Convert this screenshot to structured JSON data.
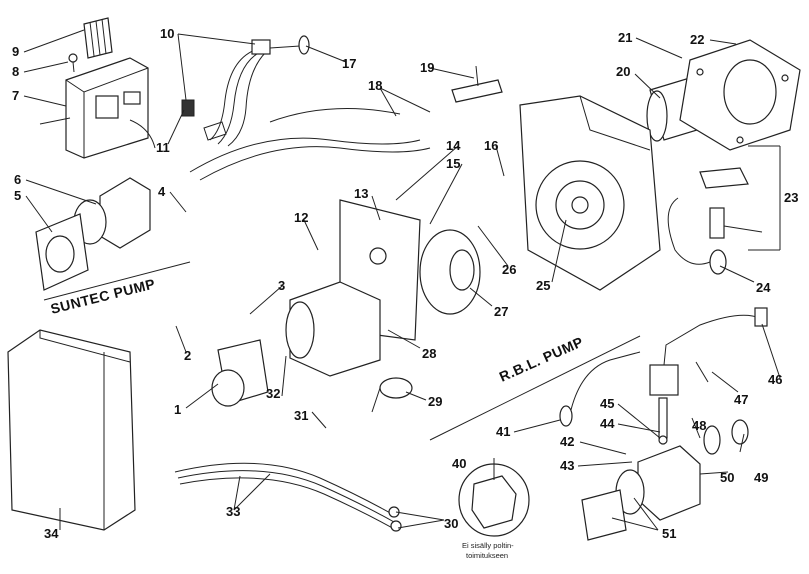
{
  "diagram": {
    "section_labels": [
      "SUNTEC PUMP",
      "R.B.L. PUMP"
    ],
    "callouts": [
      "1",
      "2",
      "3",
      "4",
      "5",
      "6",
      "7",
      "8",
      "9",
      "10",
      "11",
      "12",
      "13",
      "14",
      "15",
      "16",
      "17",
      "18",
      "19",
      "20",
      "21",
      "22",
      "23",
      "24",
      "25",
      "26",
      "27",
      "28",
      "29",
      "30",
      "31",
      "32",
      "33",
      "34",
      "40",
      "41",
      "42",
      "43",
      "44",
      "45",
      "46",
      "47",
      "48",
      "49",
      "50",
      "51"
    ],
    "note_line1": "Ei sisälly poltin-",
    "note_line2": "toimitukseen"
  }
}
